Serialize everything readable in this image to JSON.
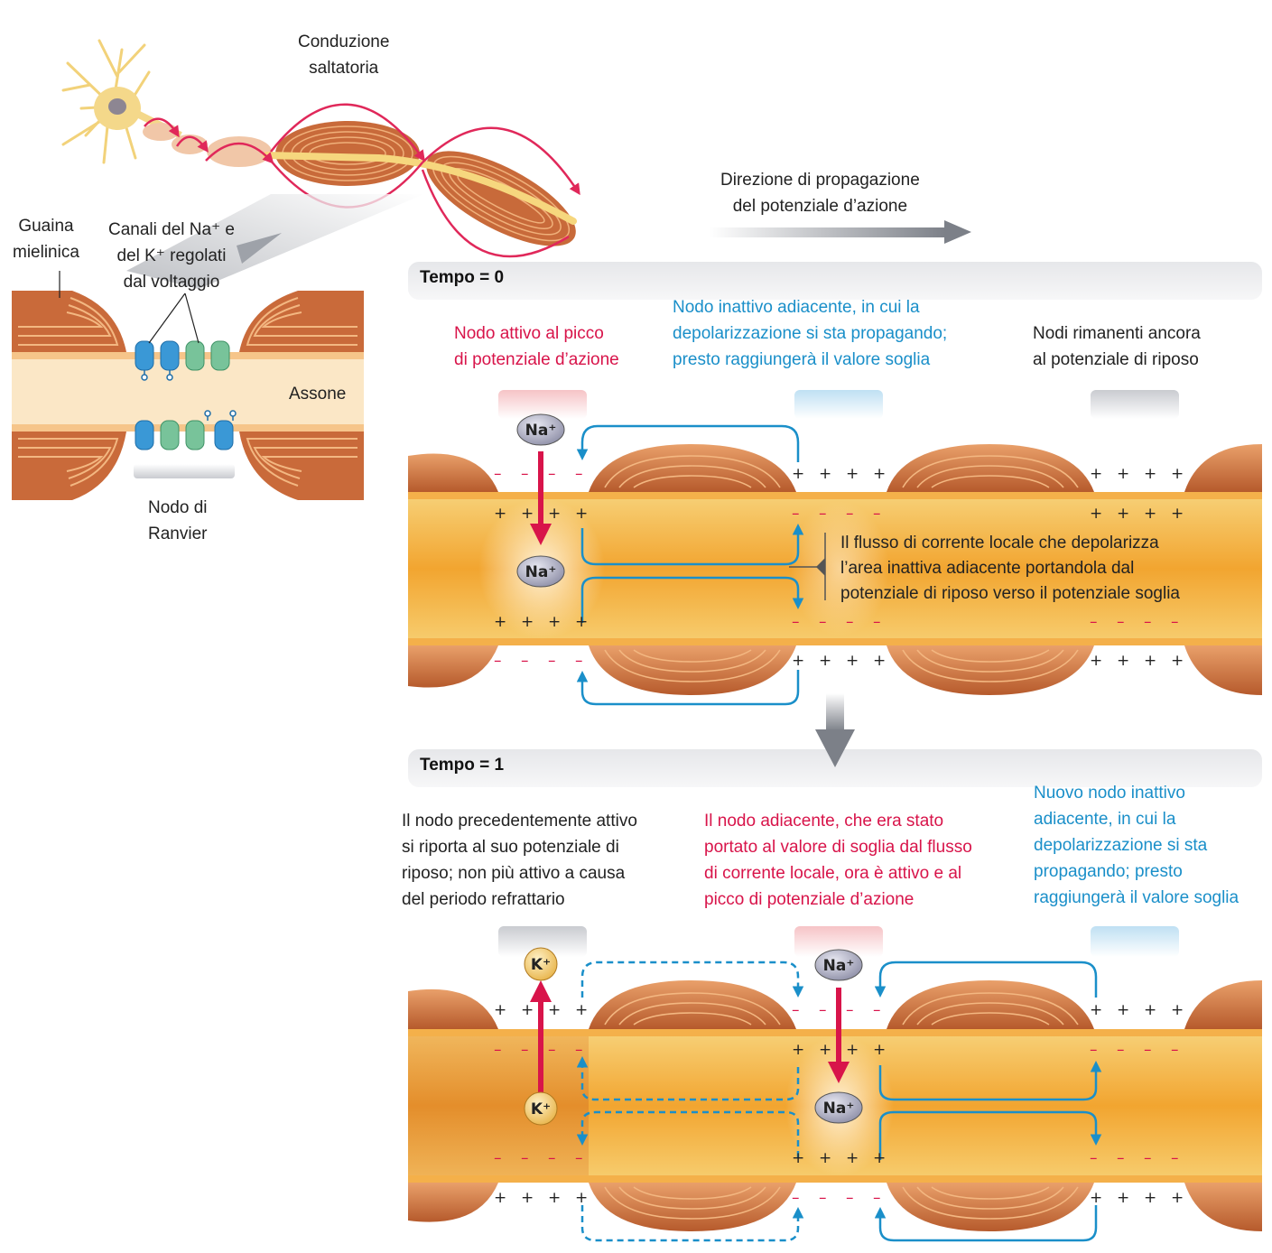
{
  "top": {
    "saltatory_title_l1": "Conduzione",
    "saltatory_title_l2": "saltatoria",
    "myelin_l1": "Guaina",
    "myelin_l2": "mielinica",
    "channels_l1": "Canali del Na⁺ e",
    "channels_l2": "del K⁺ regolati",
    "channels_l3": "dal voltaggio",
    "axon": "Assone",
    "node_l1": "Nodo di",
    "node_l2": "Ranvier",
    "direction_l1": "Direzione di propagazione",
    "direction_l2": "del potenziale d’azione"
  },
  "t0": {
    "title": "Tempo = 0",
    "active_l1": "Nodo attivo al picco",
    "active_l2": "di potenziale d’azione",
    "inactive_l1": "Nodo inattivo adiacente, in cui la",
    "inactive_l2": "depolarizzazione si sta propagando;",
    "inactive_l3": "presto raggiungerà il valore soglia",
    "resting_l1": "Nodi rimanenti ancora",
    "resting_l2": "al potenziale di riposo",
    "flow_l1": "Il flusso di corrente locale che depolarizza",
    "flow_l2": "l’area inattiva adiacente portandola dal",
    "flow_l3": "potenziale di riposo verso il potenziale soglia",
    "ion_top": "Na⁺",
    "ion_bottom": "Na⁺"
  },
  "t1": {
    "title": "Tempo = 1",
    "prev_l1": "Il nodo precedentemente attivo",
    "prev_l2": "si riporta al suo potenziale di",
    "prev_l3": "riposo; non più attivo a causa",
    "prev_l4": "del periodo refrattario",
    "adj_l1": "Il nodo adiacente, che era stato",
    "adj_l2": "portato al valore di soglia dal flusso",
    "adj_l3": "di corrente locale, ora è attivo e al",
    "adj_l4": "picco di potenziale d’azione",
    "new_l1": "Nuovo nodo inattivo",
    "new_l2": "adiacente, in cui la",
    "new_l3": "depolarizzazione si sta",
    "new_l4": "propagando; presto",
    "new_l5": "raggiungerà il valore soglia",
    "k_top": "K⁺",
    "k_bottom": "K⁺",
    "na_top": "Na⁺",
    "na_bottom": "Na⁺"
  },
  "symbols": {
    "plus": "+",
    "minus": "–"
  },
  "colors": {
    "active_red": "#d8144a",
    "current_blue": "#1a8fc9",
    "myelin": "#c8663a",
    "axon": "#f3a83a"
  }
}
